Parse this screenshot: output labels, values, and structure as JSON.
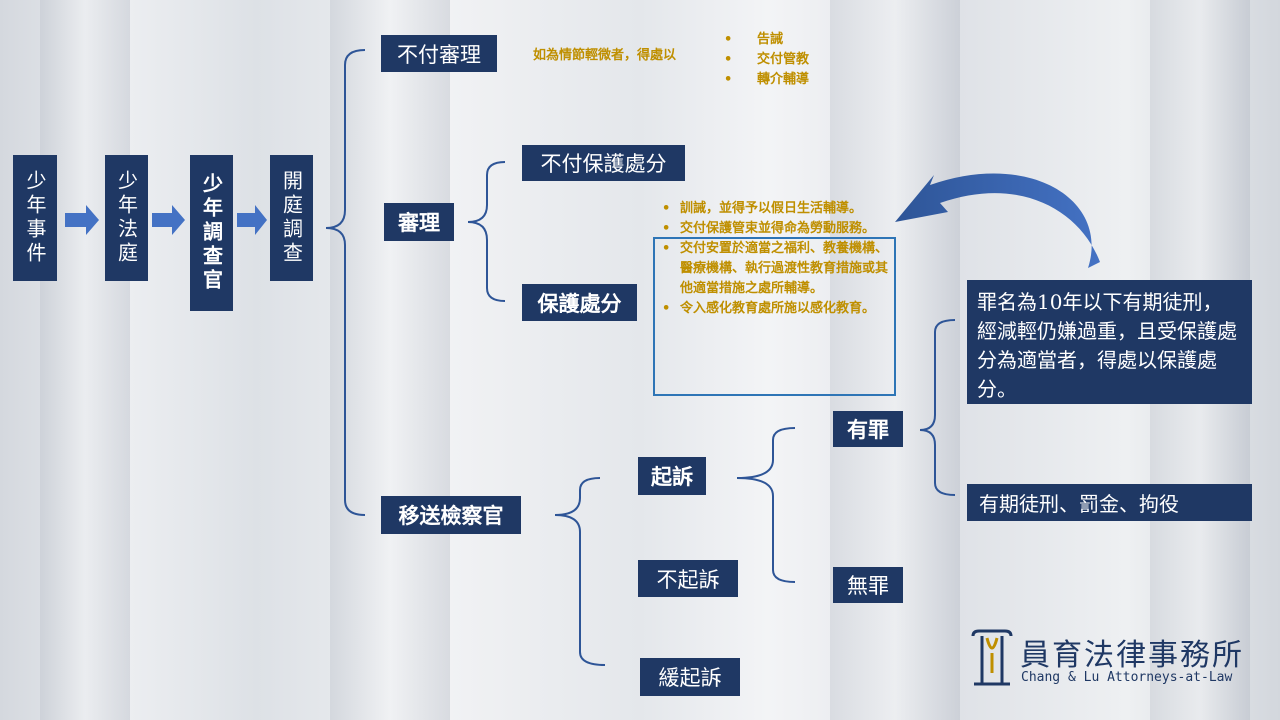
{
  "flow": [
    "少年事件",
    "少年法庭",
    "少年調查官",
    "開庭調查"
  ],
  "no_trial": {
    "label": "不付審理",
    "condition": "如為情節輕微者，得處以",
    "options": [
      "告誡",
      "交付管教",
      "轉介輔導"
    ]
  },
  "trial": {
    "label": "審理",
    "no_protection": "不付保護處分",
    "protection": "保護處分",
    "measures": [
      "訓誡，並得予以假日生活輔導。",
      "交付保護管束並得命為勞動服務。",
      "交付安置於適當之福利、教養機構、醫療機構、執行過渡性教育措施或其他適當措施之處所輔導。",
      "令入感化教育處所施以感化教育。"
    ]
  },
  "prosecutor": {
    "label": "移送檢察官",
    "indict": "起訴",
    "no_indict": "不起訴",
    "deferred": "緩起訴",
    "guilty": "有罪",
    "not_guilty": "無罪",
    "note": "罪名為10年以下有期徒刑，經減輕仍嫌過重，且受保護處分為適當者，得處以保護處分。",
    "penalties": "有期徒刑、罰金、拘役"
  },
  "logo": {
    "name": "員育法律事務所",
    "english": "Chang & Lu Attorneys-at-Law"
  },
  "colors": {
    "box": "#1f3864",
    "gold": "#bf8f00",
    "line": "#2e5597"
  }
}
